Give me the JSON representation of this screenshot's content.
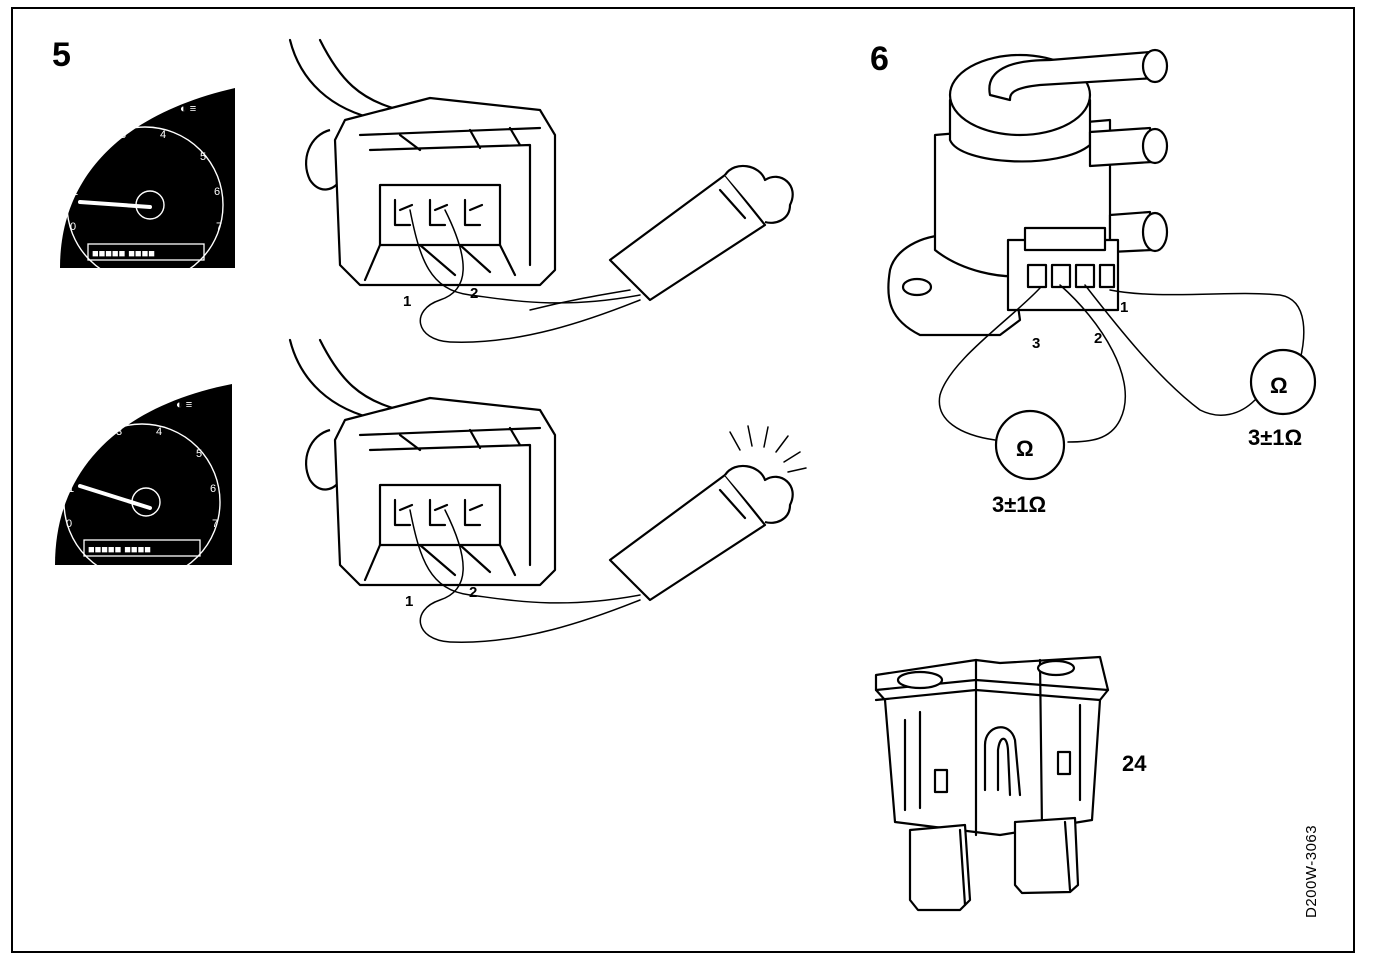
{
  "steps": {
    "step5": "5",
    "step6": "6",
    "fuse_number": "24"
  },
  "connector_top": {
    "pin1": "1",
    "pin2": "2"
  },
  "connector_bottom": {
    "pin1": "1",
    "pin2": "2"
  },
  "valve": {
    "pin1": "1",
    "pin2": "2",
    "pin3": "3",
    "ohm_symbol": "Ω",
    "reading_right": "3±1Ω",
    "reading_bottom": "3±1Ω"
  },
  "gauge_ticks": [
    "0",
    "1",
    "2",
    "3",
    "4",
    "5",
    "6",
    "7"
  ],
  "drawing_code": "D200W-3063"
}
